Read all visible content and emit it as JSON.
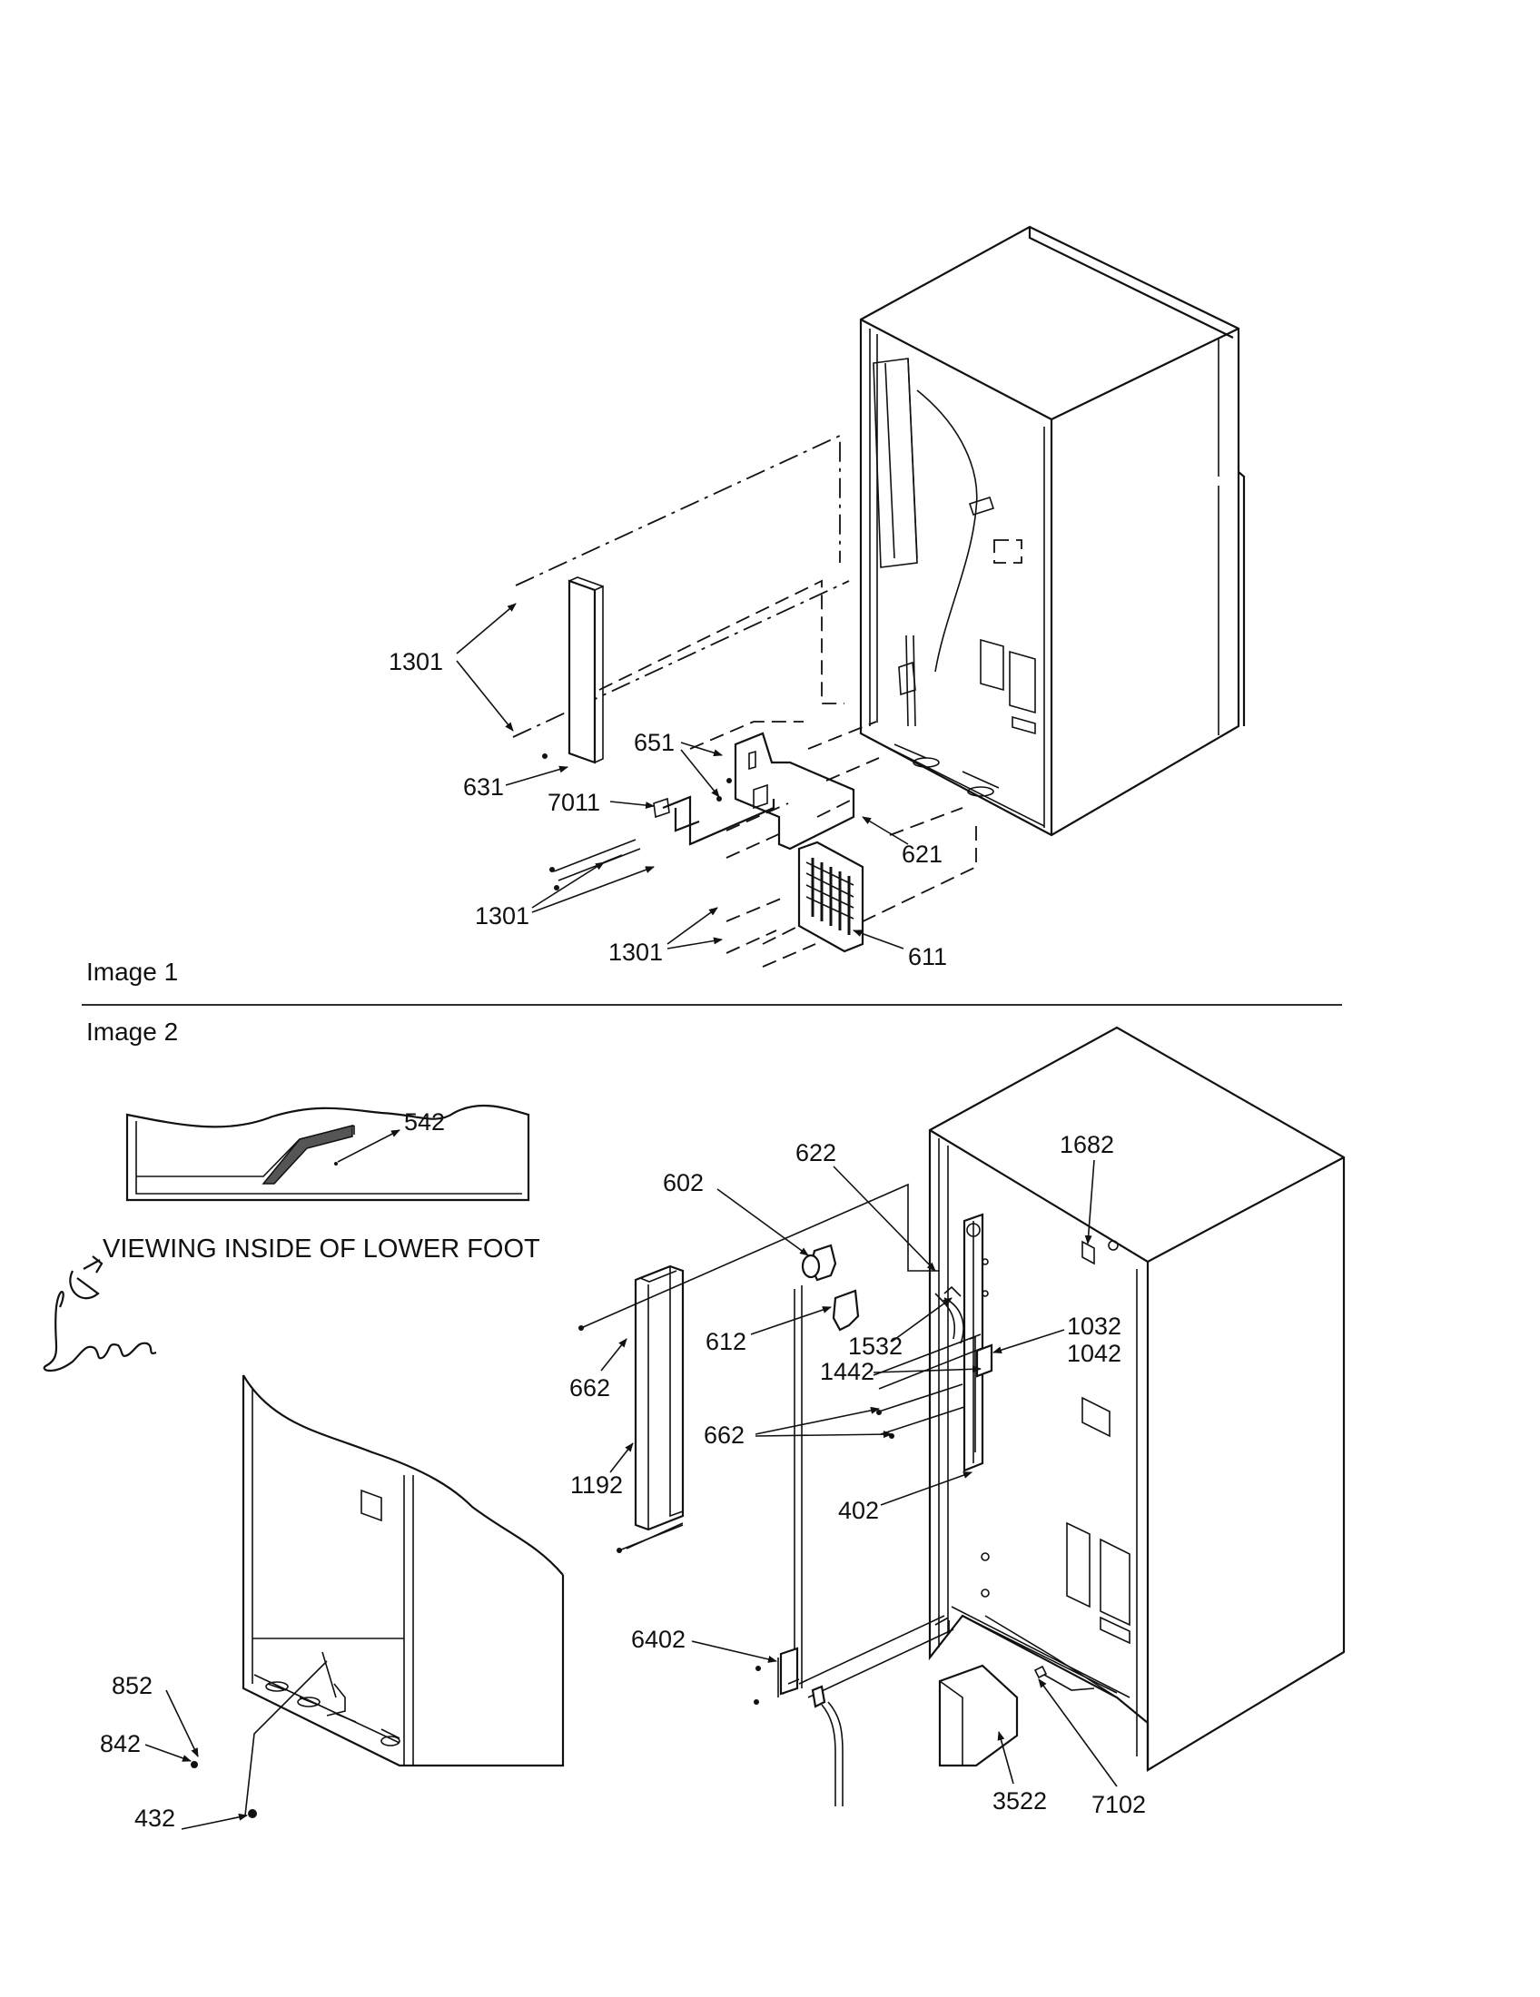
{
  "headers": {
    "image1": "Image 1",
    "image2": "Image 2"
  },
  "caption": "VIEWING INSIDE OF LOWER FOOT",
  "image1_labels": {
    "p1301_a": "1301",
    "p631": "631",
    "p7011": "7011",
    "p651": "651",
    "p621": "621",
    "p1301_b": "1301",
    "p1301_c": "1301",
    "p611": "611"
  },
  "image2_labels": {
    "p542": "542",
    "p602": "602",
    "p622": "622",
    "p1682": "1682",
    "p662_a": "662",
    "p612": "612",
    "p1532": "1532",
    "p1032": "1032",
    "p1042": "1042",
    "p1442": "1442",
    "p662_b": "662",
    "p1192": "1192",
    "p402": "402",
    "p6402": "6402",
    "p852": "852",
    "p842": "842",
    "p432": "432",
    "p3522": "3522",
    "p7102": "7102"
  }
}
